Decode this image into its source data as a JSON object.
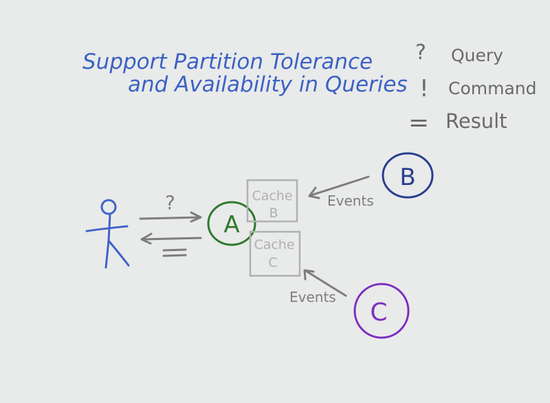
{
  "title": {
    "line1": "Support Partition Tolerance",
    "line2": "and Availability in Queries"
  },
  "legend": {
    "query_symbol": "?",
    "query_label": "Query",
    "command_symbol": "!",
    "command_label": "Command",
    "result_symbol": "=",
    "result_label": "Result"
  },
  "diagram": {
    "query_mark": "?",
    "node_a": "A",
    "node_b": "B",
    "node_c": "C",
    "cache_b": {
      "line1": "Cache",
      "line2": "B"
    },
    "cache_c": {
      "line1": "Cache",
      "line2": "C"
    },
    "events_b": "Events",
    "events_c": "Events"
  },
  "colors": {
    "title_blue": "#3b62c4",
    "legend_gray": "#6a6a6a",
    "arrow_gray": "#7d7d7d",
    "cache_gray": "#b0b0b0",
    "person_blue": "#3f63c9",
    "node_a_green": "#2e7a2e",
    "node_b_navy": "#283f8f",
    "node_c_purple": "#7b2fc0"
  }
}
